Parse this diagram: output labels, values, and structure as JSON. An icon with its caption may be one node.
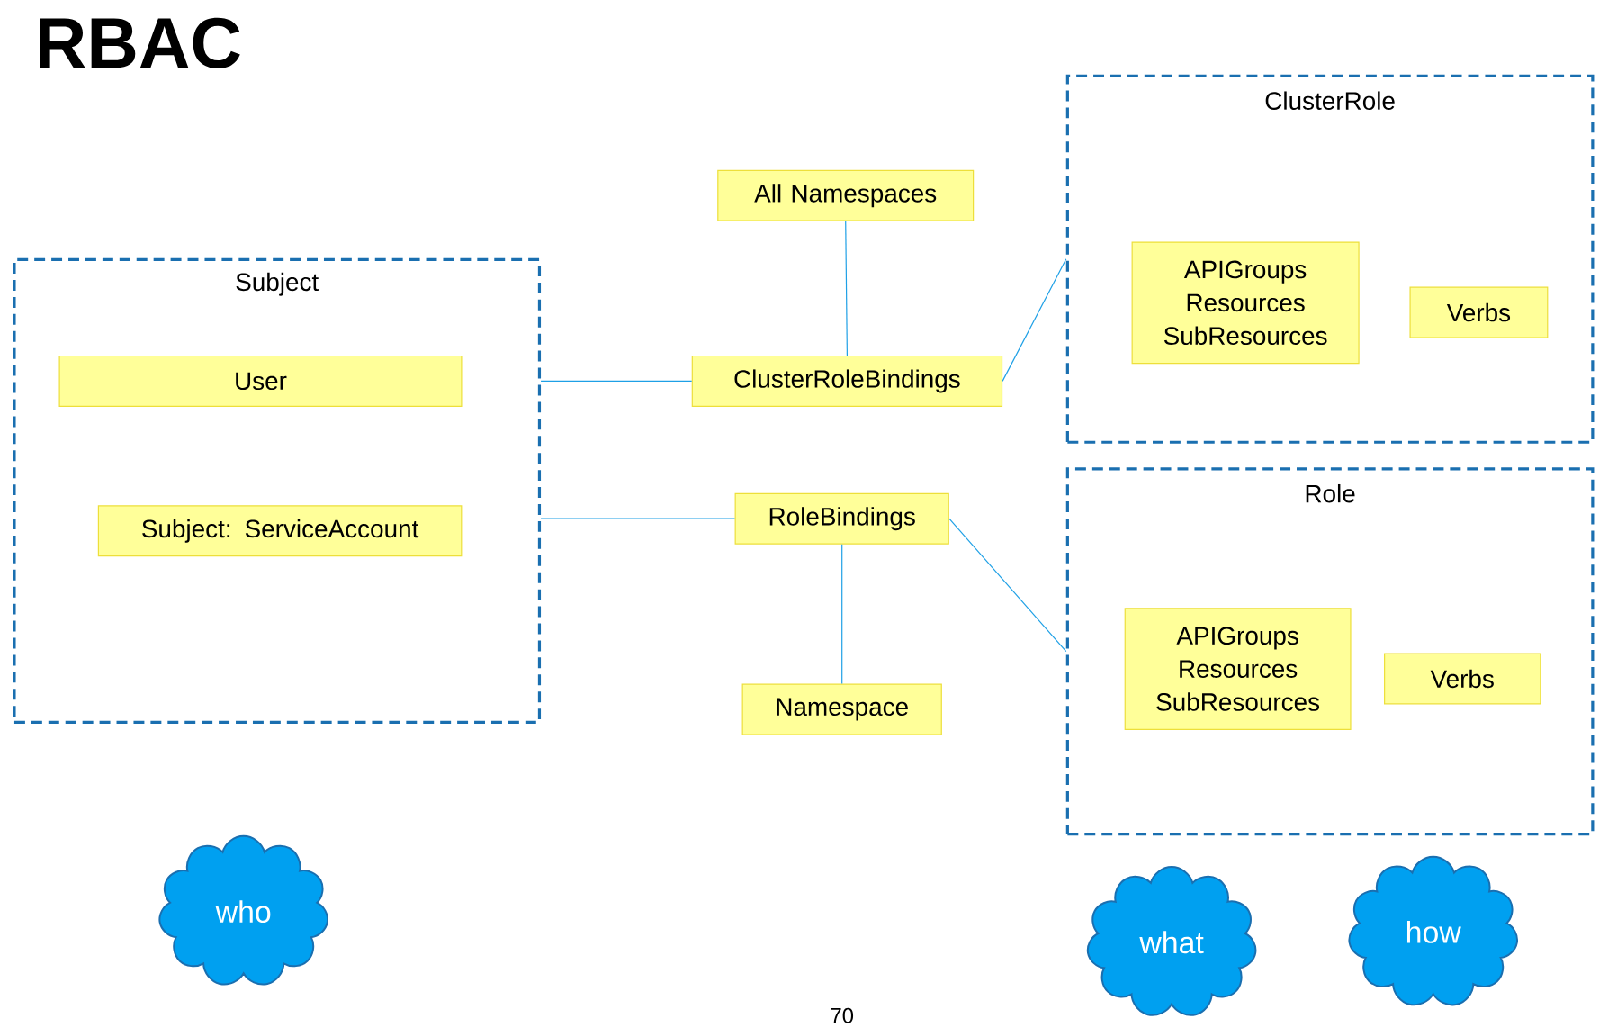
{
  "diagram": {
    "title": "RBAC",
    "nodes": [
      {
        "text": [
          "Subject"
        ]
      },
      {
        "text": [
          "User"
        ],
        "in": 0
      },
      {
        "text": [
          "Subject: ServiceAccount"
        ],
        "in": 0
      },
      {
        "text": [
          "All Namespaces"
        ]
      },
      {
        "text": [
          "ClusterRoleBindings"
        ]
      },
      {
        "text": [
          "RoleBindings"
        ]
      },
      {
        "text": [
          "Namespace"
        ]
      },
      {
        "text": [
          "ClusterRole"
        ]
      },
      {
        "text": [
          "APIGroups Resources SubResources"
        ],
        "in": 7
      },
      {
        "text": [
          "Verbs"
        ],
        "in": 7
      },
      {
        "text": [
          "Role"
        ]
      },
      {
        "text": [
          "APIGroups Resources SubResources"
        ],
        "in": 10
      },
      {
        "text": [
          "Verbs"
        ],
        "in": 10
      },
      {
        "text": [
          "who"
        ]
      },
      {
        "text": [
          "what"
        ]
      },
      {
        "text": [
          "how"
        ]
      }
    ],
    "edges": [
      {
        "from": 0,
        "to": 4,
        "arrow": "none"
      },
      {
        "from": 0,
        "to": 5,
        "arrow": "none"
      },
      {
        "from": 3,
        "to": 4,
        "arrow": "none"
      },
      {
        "from": 5,
        "to": 6,
        "arrow": "none"
      },
      {
        "from": 4,
        "to": 7,
        "arrow": "none"
      },
      {
        "from": 5,
        "to": 10,
        "arrow": "none"
      }
    ],
    "labels": [
      "70"
    ]
  }
}
